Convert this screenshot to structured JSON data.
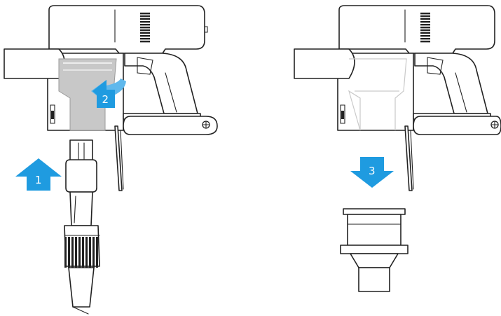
{
  "colors": {
    "arrow_blue": "#1f9be0",
    "arrow_blue_light": "#5fb8ec",
    "cyclone_grey": "#c8c8c8",
    "outline": "#222222"
  },
  "steps": [
    {
      "label": "1",
      "direction": "up",
      "icon": "arrow-up-icon"
    },
    {
      "label": "2",
      "direction": "rotate",
      "icon": "rotate-arrow-icon"
    },
    {
      "label": "3",
      "direction": "down",
      "icon": "arrow-down-icon"
    }
  ],
  "panels": [
    {
      "id": "left",
      "subject": "vacuum-with-attachment"
    },
    {
      "id": "right",
      "subject": "vacuum-with-detached-adapter"
    }
  ]
}
